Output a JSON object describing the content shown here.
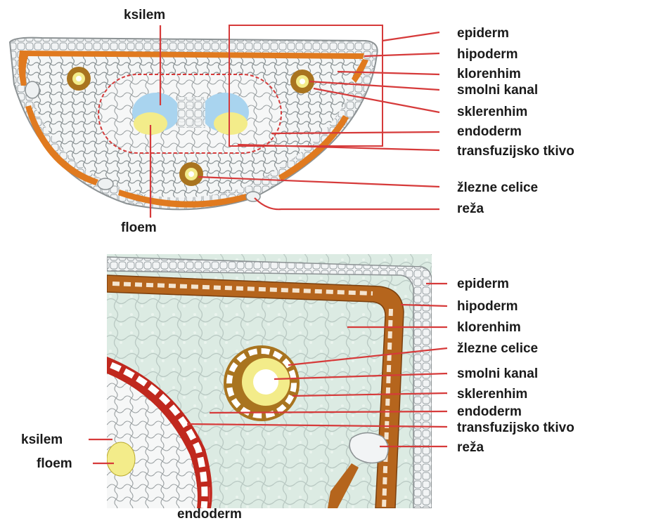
{
  "top_diagram": {
    "labels": {
      "ksilem": "ksilem",
      "floem": "floem",
      "epiderm": "epiderm",
      "hipoderm": "hipoderm",
      "klorenhim": "klorenhim",
      "smolni_kanal": "smolni kanal",
      "sklerenhim": "sklerenhim",
      "endoderm": "endoderm",
      "transfuzijsko_tkivo": "transfuzijsko tkivo",
      "zlezne_celice": "žlezne celice",
      "reza": "reža"
    }
  },
  "bottom_diagram": {
    "labels": {
      "epiderm": "epiderm",
      "hipoderm": "hipoderm",
      "klorenhim": "klorenhim",
      "zlezne_celice": "žlezne celice",
      "smolni_kanal": "smolni kanal",
      "sklerenhim": "sklerenhim",
      "endoderm": "endoderm",
      "transfuzijsko_tkivo": "transfuzijsko tkivo",
      "reza": "reža",
      "ksilem": "ksilem",
      "floem": "floem",
      "endoderm_bottom": "endoderm"
    }
  },
  "colors": {
    "leader": "#d63a3a",
    "hypodermis": "#e07a1f",
    "xylem": "#a9d4ef",
    "phloem": "#f3ec8a",
    "resin_duct": "#a9741f",
    "endodermis_cells": "#c0281e",
    "mesophyll": "#dcebe3"
  }
}
